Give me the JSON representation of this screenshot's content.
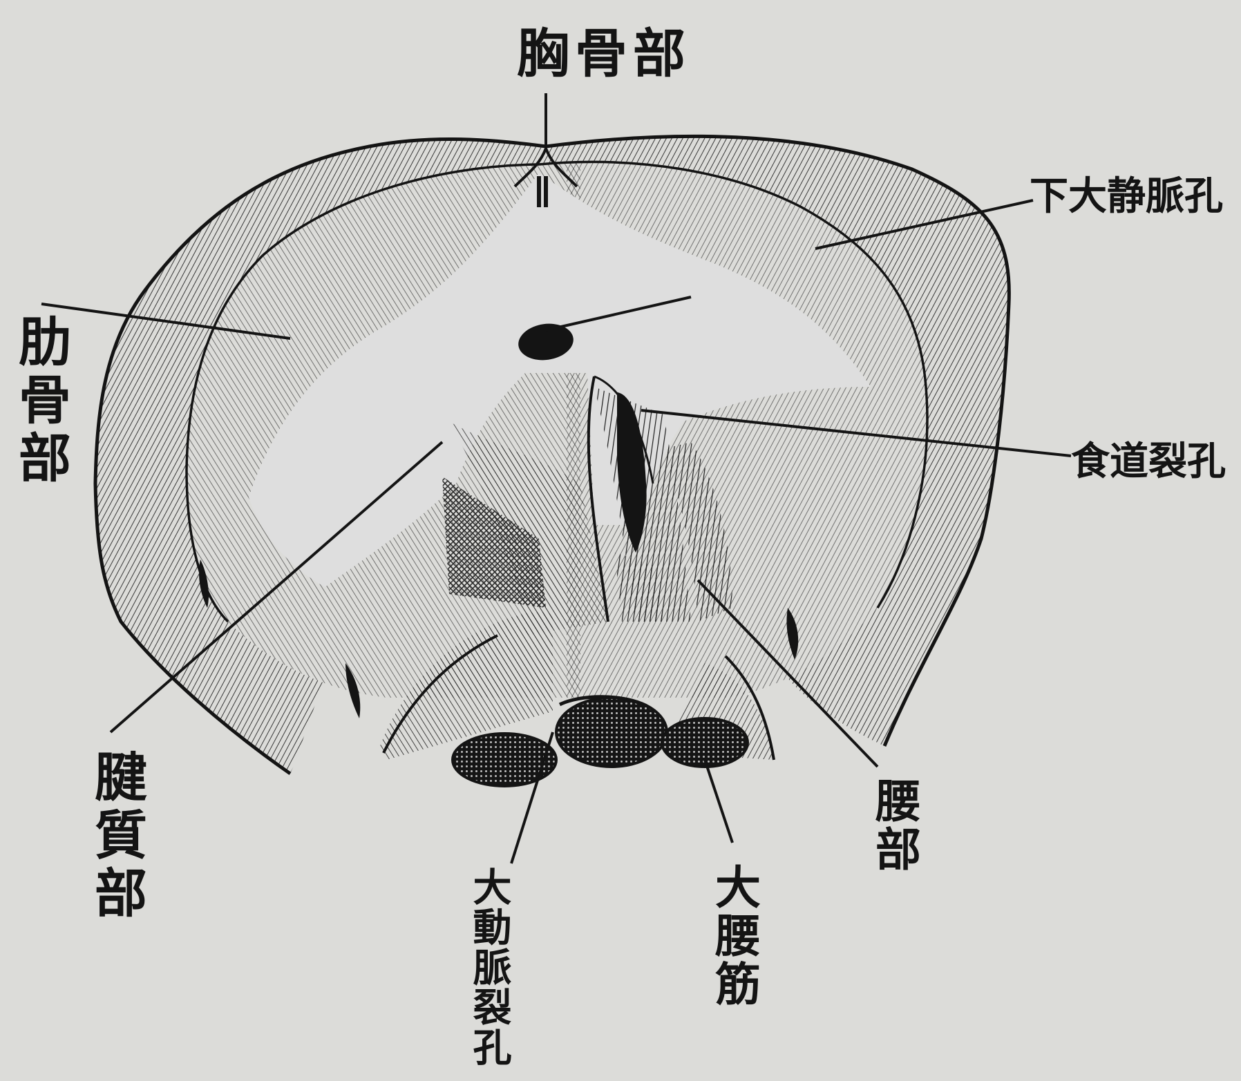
{
  "labels": {
    "sternal_part": "胸骨部",
    "vena_cava_foramen": "下大静脈孔",
    "costal_part": "肋骨部",
    "esophageal_hiatus": "食道裂孔",
    "tendinous_part": "腱質部",
    "lumbar_part": "腰部",
    "psoas_major": "大腰筋",
    "aortic_hiatus": "大動脈裂孔"
  },
  "colors": {
    "paper": "#dcdcd9",
    "ink": "#141414"
  }
}
